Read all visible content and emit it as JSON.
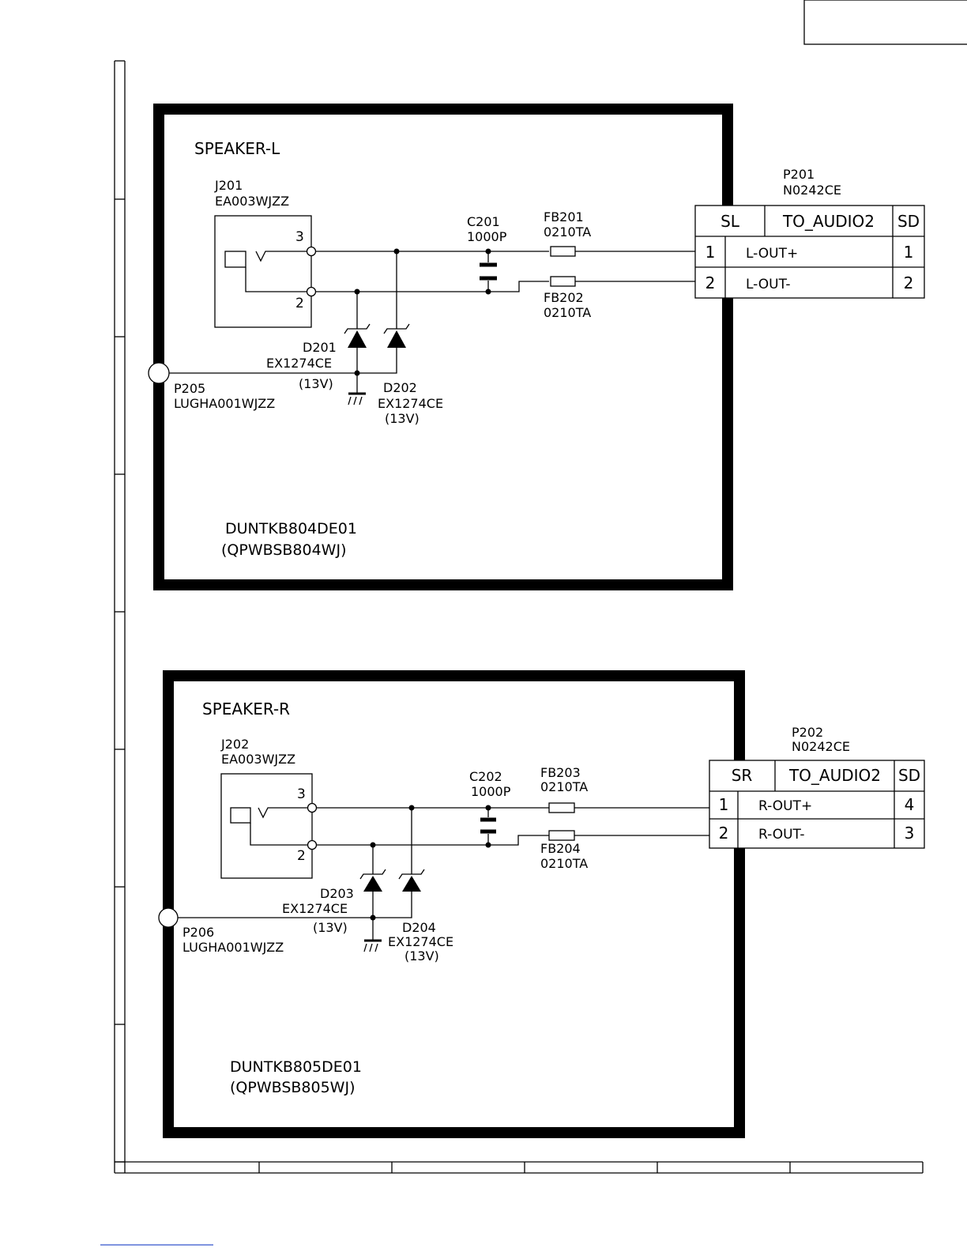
{
  "left": {
    "title": "SPEAKER-L",
    "jack_ref": "J201",
    "jack_part": "EA003WJZZ",
    "jack_pin3": "3",
    "jack_pin2": "2",
    "cap_ref": "C201",
    "cap_val": "1000P",
    "fb_a_ref": "FB201",
    "fb_a_part": "0210TA",
    "fb_b_ref": "FB202",
    "fb_b_part": "0210TA",
    "d1_ref": "D201",
    "d1_part": "EX1274CE",
    "d1_v": "(13V)",
    "d2_ref": "D202",
    "d2_part": "EX1274CE",
    "d2_v": "(13V)",
    "lug_ref": "P205",
    "lug_part": "LUGHA001WJZZ",
    "conn_ref": "P201",
    "conn_part": "N0242CE",
    "conn_left": "SL",
    "conn_name": "TO_AUDIO2",
    "conn_right": "SD",
    "row1_pin": "1",
    "row1_sig": "L-OUT+",
    "row1_num": "1",
    "row2_pin": "2",
    "row2_sig": "L-OUT-",
    "row2_num": "2",
    "unit_code": "DUNTKB804DE01",
    "unit_pwb": "(QPWBSB804WJ)"
  },
  "right": {
    "title": "SPEAKER-R",
    "jack_ref": "J202",
    "jack_part": "EA003WJZZ",
    "jack_pin3": "3",
    "jack_pin2": "2",
    "cap_ref": "C202",
    "cap_val": "1000P",
    "fb_a_ref": "FB203",
    "fb_a_part": "0210TA",
    "fb_b_ref": "FB204",
    "fb_b_part": "0210TA",
    "d1_ref": "D203",
    "d1_part": "EX1274CE",
    "d1_v": "(13V)",
    "d2_ref": "D204",
    "d2_part": "EX1274CE",
    "d2_v": "(13V)",
    "lug_ref": "P206",
    "lug_part": "LUGHA001WJZZ",
    "conn_ref": "P202",
    "conn_part": "N0242CE",
    "conn_left": "SR",
    "conn_name": "TO_AUDIO2",
    "conn_right": "SD",
    "row1_pin": "1",
    "row1_sig": "R-OUT+",
    "row1_num": "4",
    "row2_pin": "2",
    "row2_sig": "R-OUT-",
    "row2_num": "3",
    "unit_code": "DUNTKB805DE01",
    "unit_pwb": "(QPWBSB805WJ)"
  }
}
